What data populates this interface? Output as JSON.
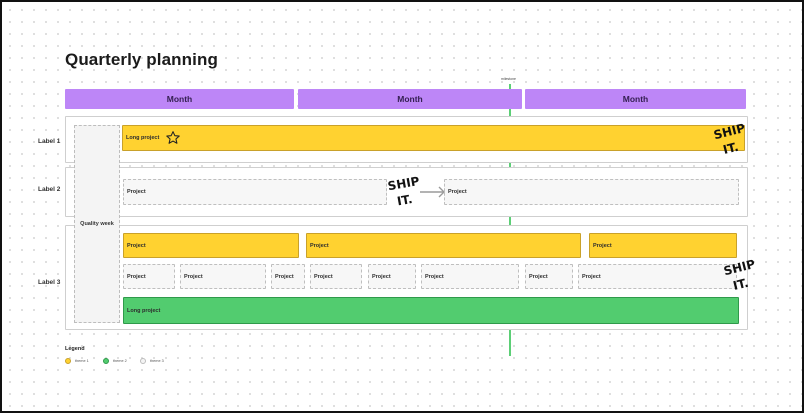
{
  "title": "Quarterly planning",
  "months": [
    "Month",
    "Month",
    "Month"
  ],
  "row_labels": [
    "Label 1",
    "Label 2",
    "Label 3"
  ],
  "quality_week": "Quality week",
  "milestone": {
    "label": "milestone",
    "color": "#5ccf76"
  },
  "tasks": {
    "label1_long": "Long project",
    "label2_left": "Project",
    "label2_right": "Project",
    "label3_yellow1": "Project",
    "label3_yellow2": "Project",
    "label3_yellow3": "Project",
    "label3_grey1": "Project",
    "label3_grey2": "Project",
    "label3_grey3": "Project",
    "label3_grey4": "Project",
    "label3_grey5": "Project",
    "label3_grey6": "Project",
    "label3_grey7": "Project",
    "label3_grey8": "Project",
    "label3_green": "Long project"
  },
  "annotations": {
    "ship_it": [
      "SHIP",
      "IT."
    ]
  },
  "legend": {
    "title": "Legend",
    "items": [
      {
        "label": "theme 1",
        "color": "#ffd230"
      },
      {
        "label": "theme 2",
        "color": "#52cc6f"
      },
      {
        "label": "theme 3",
        "color": "#f4f4f4"
      }
    ]
  },
  "colors": {
    "month": "#bd86f7",
    "theme_yellow": "#ffd230",
    "theme_green": "#52cc6f"
  }
}
